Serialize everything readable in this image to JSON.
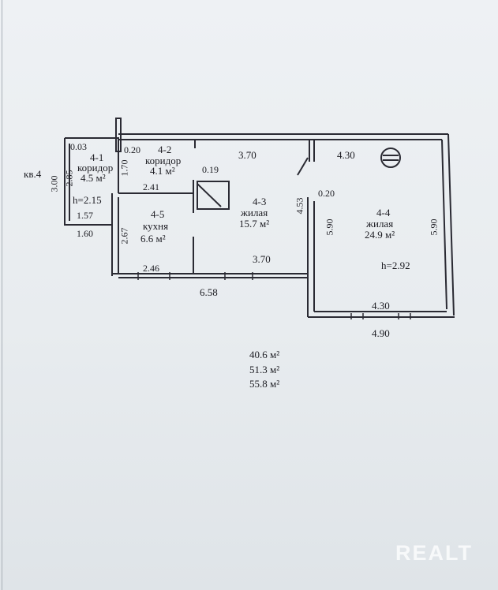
{
  "apartment_label": "кв.4",
  "rooms": {
    "r41": {
      "id": "4-1",
      "name": "коридор",
      "area": "4.5 м²"
    },
    "r42": {
      "id": "4-2",
      "name": "коридор",
      "area": "4.1 м²"
    },
    "r43": {
      "id": "4-3",
      "name": "жилая",
      "area": "15.7 м²"
    },
    "r44": {
      "id": "4-4",
      "name": "жилая",
      "area": "24.9 м²"
    },
    "r45": {
      "id": "4-5",
      "name": "кухня",
      "area": "6.6 м²"
    }
  },
  "heights": {
    "h1": "h=2.15",
    "h2": "h=2.92"
  },
  "dimensions": {
    "d003": "0.03",
    "d020a": "0.20",
    "d370top": "3.70",
    "d430top": "4.30",
    "d300": "3.00",
    "d285": "2.85",
    "d170": "1.70",
    "d019": "0.19",
    "d241": "2.41",
    "d453": "4.53",
    "d020b": "0.20",
    "d590a": "5.90",
    "d590b": "5.90",
    "d157": "1.57",
    "d160": "1.60",
    "d267": "2.67",
    "d246": "2.46",
    "d370bot": "3.70",
    "d658": "6.58",
    "d430bot": "4.30",
    "d490": "4.90"
  },
  "totals": [
    "40.6 м²",
    "51.3 м²",
    "55.8 м²"
  ],
  "watermark": "REALT"
}
